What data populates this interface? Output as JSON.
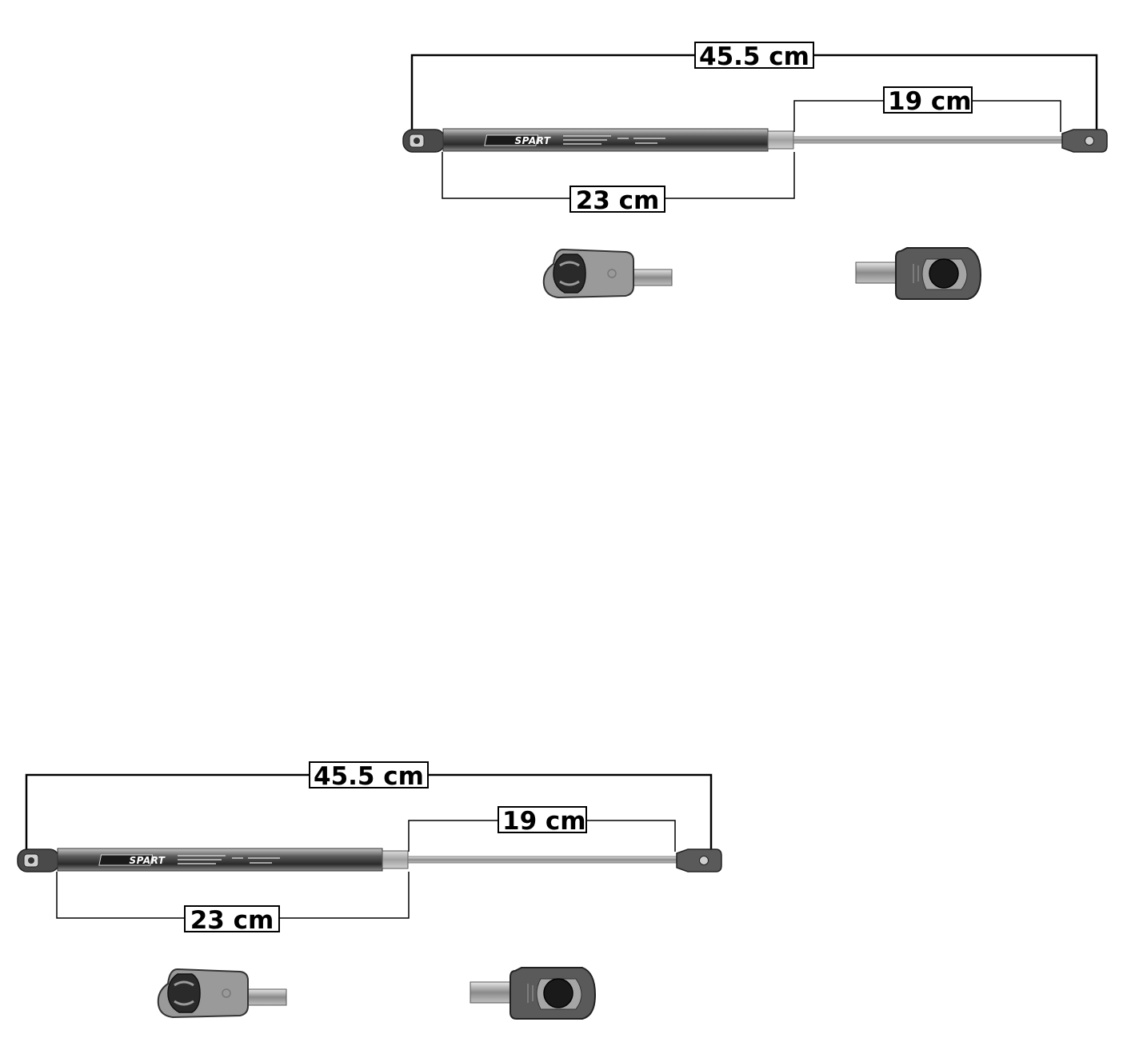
{
  "image": {
    "description": "Gas spring / lift support product diagram with dimensions, shown twice",
    "background": "#ffffff"
  },
  "products": [
    {
      "brand": "SPART",
      "dimensions": {
        "total_length": "45.5 cm",
        "rod_length": "19 cm",
        "body_length": "23 cm"
      }
    },
    {
      "brand": "SPART",
      "dimensions": {
        "total_length": "45.5 cm",
        "rod_length": "19 cm",
        "body_length": "23 cm"
      }
    }
  ],
  "colors": {
    "line": "#000000",
    "cylinder_dark": "#3a3a3a",
    "cylinder_light": "#9a9a9a",
    "rod": "#b8b8b8",
    "end_fitting": "#5a5a5a",
    "end_fitting_light": "#8c8c8c"
  }
}
